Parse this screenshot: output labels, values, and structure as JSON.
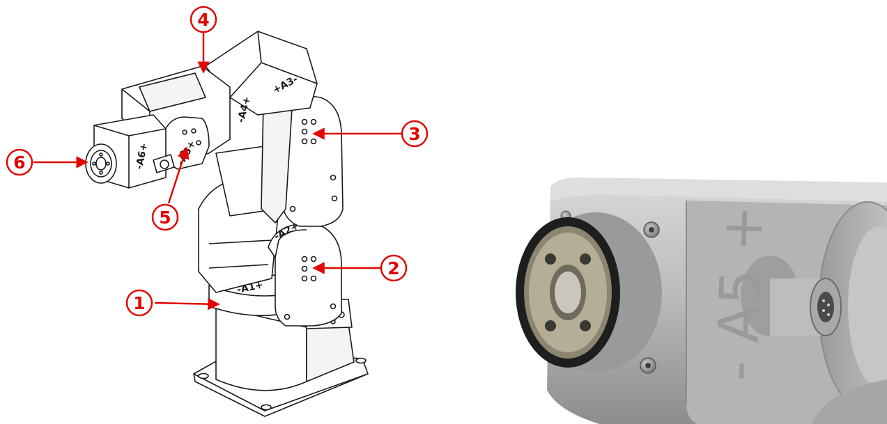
{
  "colors": {
    "accent": "#e10600",
    "line": "#1a1a1a",
    "metal": "#b8b8b8",
    "background": "#ffffff"
  },
  "diagram": {
    "joint_labels": [
      "1",
      "2",
      "3",
      "4",
      "5",
      "6"
    ],
    "axis_markings": [
      "-A1+",
      "-A2+",
      "+A3-",
      "-A4+",
      "-A5+",
      "-A6+"
    ]
  },
  "photo": {
    "engraving": "- A5 +"
  }
}
